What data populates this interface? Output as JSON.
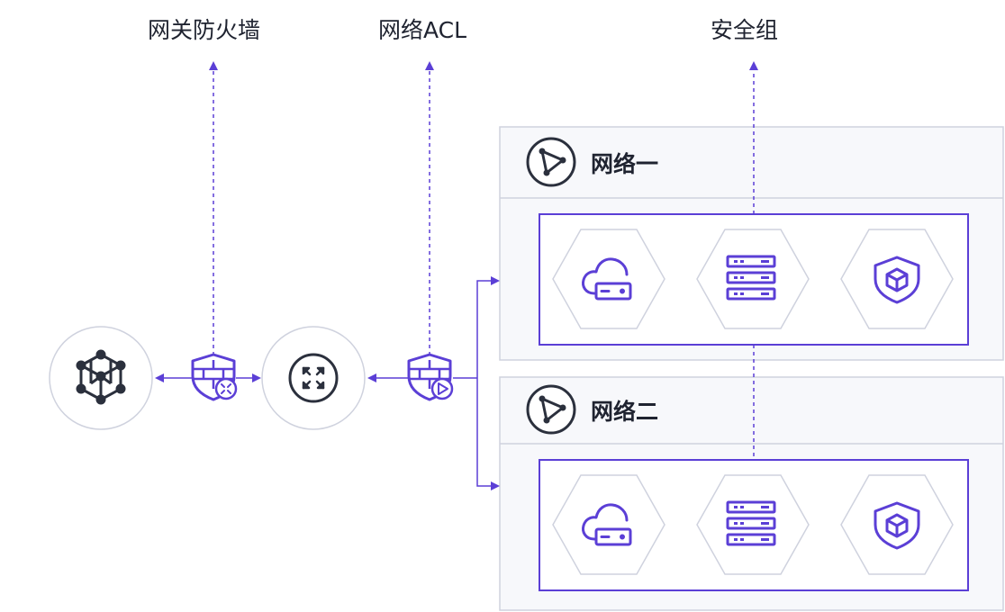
{
  "labels": {
    "gateway_firewall": "网关防火墙",
    "network_acl": "网络ACL",
    "security_group": "安全组"
  },
  "networks": [
    {
      "title": "网络一"
    },
    {
      "title": "网络二"
    }
  ],
  "icons": {
    "internet": "hexagon-cube-network-icon",
    "router": "router-arrows-icon",
    "firewall": "shield-wall-firewall-icon",
    "acl": "shield-wall-play-icon",
    "vpc": "triangle-nodes-icon",
    "cloud_host": "cloud-server-icon",
    "server": "server-rack-icon",
    "container": "shield-cube-icon"
  },
  "colors": {
    "accent": "#5b3fd6",
    "node_border": "#cfd2de",
    "panel_bg": "#f7f8fb",
    "dark": "#2b303d"
  }
}
